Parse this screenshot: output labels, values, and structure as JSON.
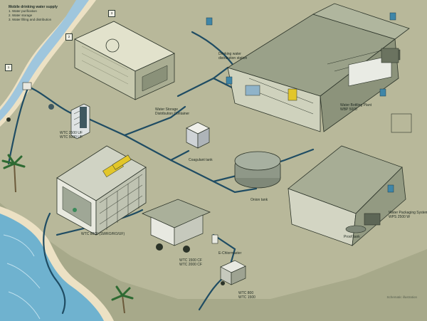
{
  "legend": {
    "title": "Mobile drinking water supply",
    "items": [
      "1. Water purification",
      "2. Water storage",
      "3. Water filling and distribution"
    ]
  },
  "markers": [
    "1",
    "2",
    "3"
  ],
  "labels": {
    "storage_container": "Water Storage\nDistribution Container",
    "drinking_station": "Drinking water\ndistribution station",
    "bottling_plant": "Water Bottling Plant\nWBP 5000",
    "coagulant_tank": "Coagulant tank",
    "onion_tank": "Onion tank",
    "packaging_system": "Water Packaging System\nWPS 2500 W",
    "wtc_top": "WTC 2500 UF\nWTC 5000 UF",
    "wtc_big": "WTC 8000 (SWRO/RO/UF)",
    "chlorinator": "E-Chlormaster",
    "wtc_cf": "WTC 1500 CF\nWTC 2000 CF",
    "wtc_small": "WTC 800\nWTC 1500",
    "proof_tank": "Proof tank"
  },
  "note": "Schematic illustration",
  "colors": {
    "ground": "#b8b89a",
    "river": "#9fc6dd",
    "sea": "#6fb2cf",
    "sand": "#ece1c4",
    "tent": "#8f987c",
    "pipe": "#1f4c63",
    "sign": "#3f86a8"
  }
}
